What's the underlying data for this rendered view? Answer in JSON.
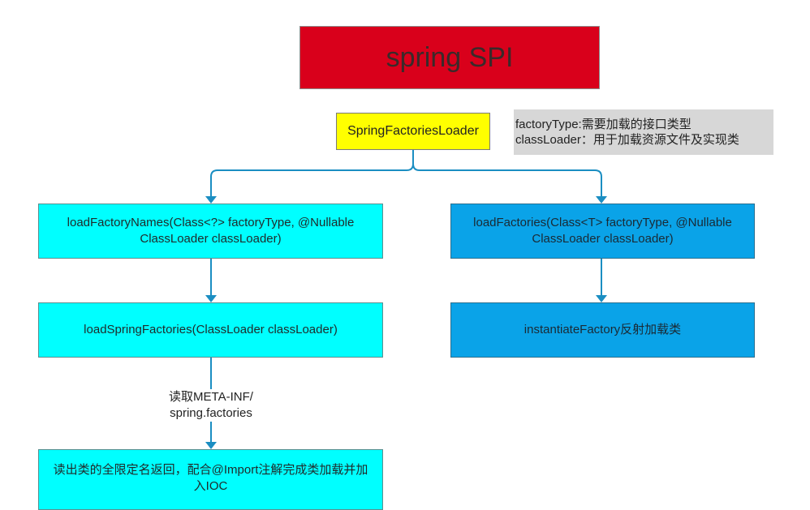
{
  "title": "spring SPI",
  "root": "SpringFactoriesLoader",
  "note": {
    "line1": "factoryType:需要加载的接口类型",
    "line2": "classLoader：用于加载资源文件及实现类"
  },
  "left": {
    "load_factory_names": "loadFactoryNames(Class<?> factoryType, @Nullable ClassLoader classLoader)",
    "load_spring_factories": "loadSpringFactories(ClassLoader classLoader)",
    "edge_label_line1": "读取META-INF/",
    "edge_label_line2": "spring.factories",
    "read_names": "读出类的全限定名返回，配合@Import注解完成类加载并加入IOC"
  },
  "right": {
    "load_factories": "loadFactories(Class<T> factoryType, @Nullable ClassLoader classLoader)",
    "instantiate": "instantiateFactory反射加载类"
  },
  "colors": {
    "title_fill": "#d9001b",
    "root_fill": "#ffff00",
    "note_fill": "#d7d7d7",
    "left_fill": "#00ffff",
    "right_fill": "#0aa3e8",
    "edge": "#1b8ec2"
  }
}
